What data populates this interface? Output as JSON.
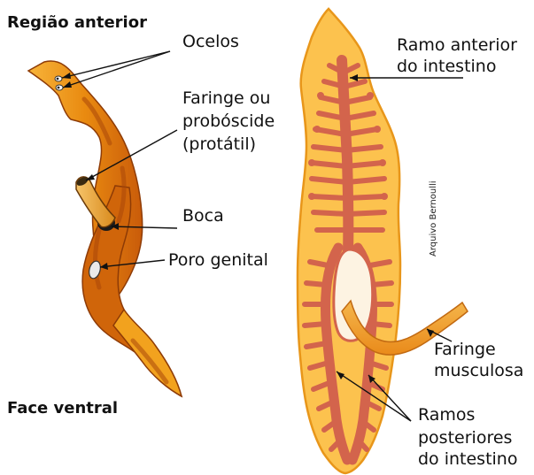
{
  "left_panel": {
    "heading_top": "Região anterior",
    "heading_bottom": "Face ventral",
    "labels": {
      "ocelos": "Ocelos",
      "faringe_line1": "Faringe ou",
      "faringe_line2": "probóscide",
      "faringe_line3": "(protátil)",
      "boca": "Boca",
      "poro_genital": "Poro genital"
    }
  },
  "right_panel": {
    "labels": {
      "ramo_anterior_line1": "Ramo anterior",
      "ramo_anterior_line2": "do intestino",
      "faringe_musculosa_line1": "Faringe",
      "faringe_musculosa_line2": "musculosa",
      "ramos_posteriores_line1": "Ramos",
      "ramos_posteriores_line2": "posteriores",
      "ramos_posteriores_line3": "do intestino"
    },
    "credit": "Arquivo Bernoulli"
  },
  "colors": {
    "body_orange": "#f29a12",
    "body_dark": "#c95b0a",
    "body_light": "#fcc24e",
    "gut_red": "#d3644c",
    "pharynx_fill": "#fbe3c4"
  }
}
